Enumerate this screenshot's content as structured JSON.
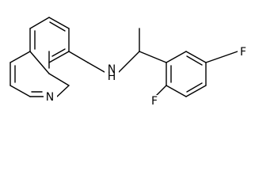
{
  "molecule": {
    "atoms": {
      "nitrogen_ring": "N",
      "amine": "N",
      "amine_h": "H",
      "fluoro_top": "F",
      "fluoro_bottom": "F"
    },
    "colors": {
      "bond": "#000000",
      "label": "#000000",
      "background": "#ffffff"
    }
  }
}
